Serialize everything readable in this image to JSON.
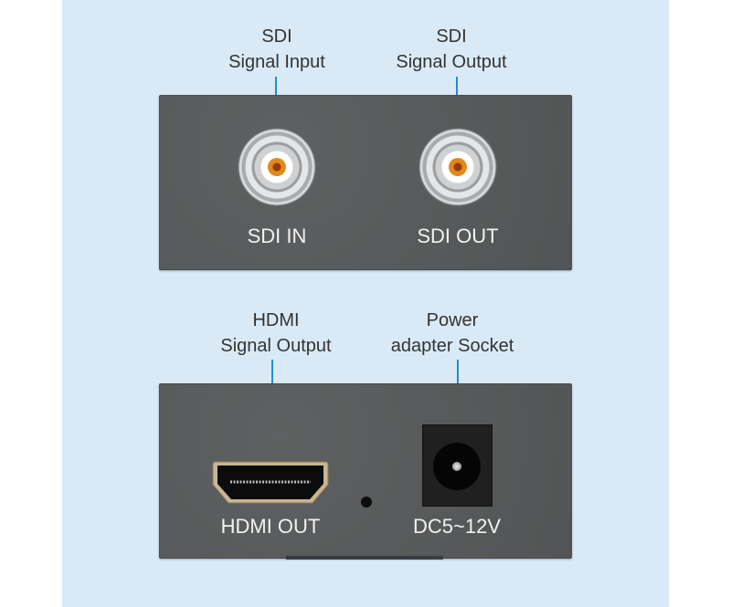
{
  "top_panel": {
    "callouts": [
      {
        "line1": "SDI",
        "line2": "Signal Input"
      },
      {
        "line1": "SDI",
        "line2": "Signal Output"
      }
    ],
    "port_labels": [
      "SDI IN",
      "SDI OUT"
    ]
  },
  "bottom_panel": {
    "callouts": [
      {
        "line1": "HDMI",
        "line2": "Signal Output"
      },
      {
        "line1": "Power",
        "line2": "adapter Socket"
      }
    ],
    "port_labels": [
      "HDMI OUT",
      "DC5~12V"
    ]
  },
  "colors": {
    "background": "#d9eaf6",
    "panel": "#565859",
    "callout_line": "#1f8fd0"
  }
}
